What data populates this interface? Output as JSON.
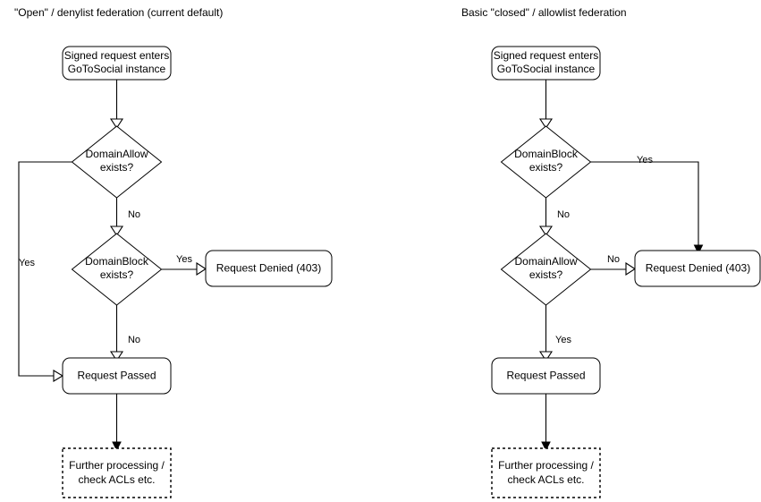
{
  "diagram": {
    "type": "flowchart",
    "title_left": "\"Open\" / denylist federation (current default)",
    "title_right": "Basic \"closed\" / allowlist federation",
    "colors": {
      "stroke": "#000000",
      "fill": "#ffffff",
      "text": "#000000",
      "background": "#ffffff"
    }
  },
  "panels": [
    {
      "id": "denylist",
      "title": "\"Open\" / denylist federation (current default)",
      "nodes": [
        {
          "id": "start",
          "shape": "rounded-rect",
          "text_line1": "Signed request enters",
          "text_line2": "GoToSocial instance"
        },
        {
          "id": "domain-allow",
          "shape": "diamond",
          "text_line1": "DomainAllow",
          "text_line2": "exists?"
        },
        {
          "id": "domain-block",
          "shape": "diamond",
          "text_line1": "DomainBlock",
          "text_line2": "exists?"
        },
        {
          "id": "denied",
          "shape": "rounded-rect",
          "text_line1": "Request Denied (403)",
          "text_line2": ""
        },
        {
          "id": "passed",
          "shape": "rounded-rect",
          "text_line1": "Request Passed",
          "text_line2": ""
        },
        {
          "id": "further",
          "shape": "dashed-rect",
          "text_line1": "Further processing /",
          "text_line2": "check ACLs etc."
        }
      ],
      "edges": [
        {
          "from": "start",
          "to": "domain-allow",
          "label": ""
        },
        {
          "from": "domain-allow",
          "to": "passed",
          "label": "Yes"
        },
        {
          "from": "domain-allow",
          "to": "domain-block",
          "label": "No"
        },
        {
          "from": "domain-block",
          "to": "denied",
          "label": "Yes"
        },
        {
          "from": "domain-block",
          "to": "passed",
          "label": "No"
        },
        {
          "from": "passed",
          "to": "further",
          "label": ""
        }
      ]
    },
    {
      "id": "allowlist",
      "title": "Basic \"closed\" / allowlist federation",
      "nodes": [
        {
          "id": "start",
          "shape": "rounded-rect",
          "text_line1": "Signed request enters",
          "text_line2": "GoToSocial instance"
        },
        {
          "id": "domain-block",
          "shape": "diamond",
          "text_line1": "DomainBlock",
          "text_line2": "exists?"
        },
        {
          "id": "domain-allow",
          "shape": "diamond",
          "text_line1": "DomainAllow",
          "text_line2": "exists?"
        },
        {
          "id": "denied",
          "shape": "rounded-rect",
          "text_line1": "Request Denied (403)",
          "text_line2": ""
        },
        {
          "id": "passed",
          "shape": "rounded-rect",
          "text_line1": "Request Passed",
          "text_line2": ""
        },
        {
          "id": "further",
          "shape": "dashed-rect",
          "text_line1": "Further processing /",
          "text_line2": "check ACLs etc."
        }
      ],
      "edges": [
        {
          "from": "start",
          "to": "domain-block",
          "label": ""
        },
        {
          "from": "domain-block",
          "to": "denied",
          "label": "Yes"
        },
        {
          "from": "domain-block",
          "to": "domain-allow",
          "label": "No"
        },
        {
          "from": "domain-allow",
          "to": "denied",
          "label": "No"
        },
        {
          "from": "domain-allow",
          "to": "passed",
          "label": "Yes"
        },
        {
          "from": "passed",
          "to": "further",
          "label": ""
        }
      ]
    }
  ]
}
